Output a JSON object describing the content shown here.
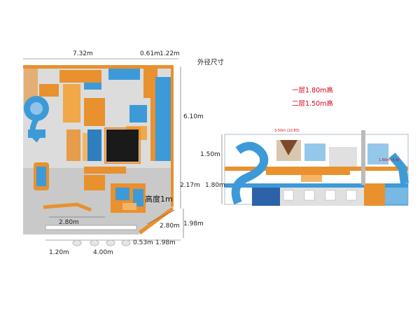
{
  "title_note": "外径尺寸",
  "floor_notes": [
    "一层1.80m高",
    "二层1.50m高"
  ],
  "plan_dimensions": {
    "top_total": "7.32m",
    "top_mid": "0.61m",
    "top_right": "1.22m",
    "right_height": "6.10m",
    "right_mid": "2.17m",
    "right_low": "1.98m",
    "diag_low": "2.80m",
    "inner_slide": "2.80m",
    "bottom_left": "1.20m",
    "bottom_mid": "4.00m",
    "bottom_small": "0.53m",
    "bottom_right": "1.98m",
    "height_note": "高度1m"
  },
  "elevation_dimensions": {
    "upper": "1.50m",
    "lower": "1.80m",
    "tag_left": "3.50m (10.83)",
    "tag_right": "1.80m (5.6)"
  },
  "colors": {
    "orange": "#e8912e",
    "blue": "#3d9ad8",
    "navy": "#1f4f9a",
    "gray": "#c8c8c8",
    "dark": "#1a1a1a"
  }
}
